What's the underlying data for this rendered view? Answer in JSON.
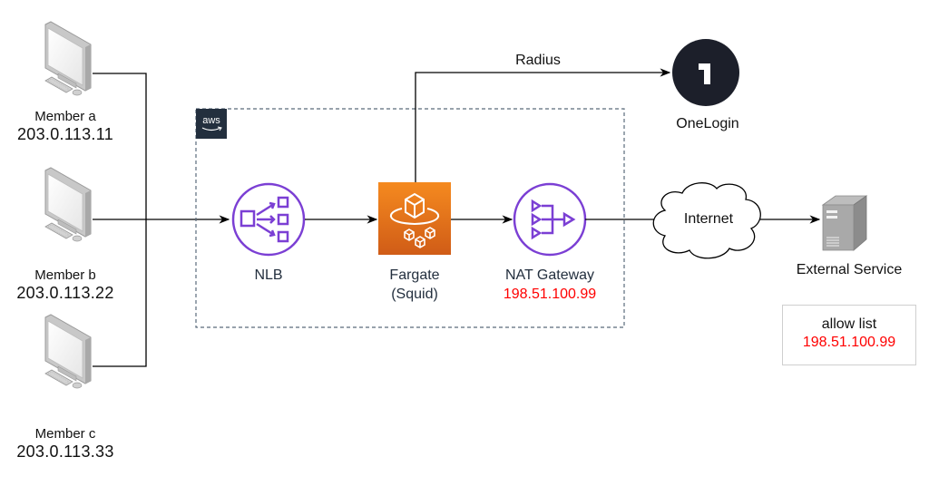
{
  "members": [
    {
      "name": "Member a",
      "ip": "203.0.113.11"
    },
    {
      "name": "Member b",
      "ip": "203.0.113.22"
    },
    {
      "name": "Member c",
      "ip": "203.0.113.33"
    }
  ],
  "aws": {
    "badge_label": "aws",
    "nlb": {
      "label": "NLB"
    },
    "fargate": {
      "label": "Fargate",
      "sublabel": "(Squid)"
    },
    "nat_gateway": {
      "label": "NAT Gateway",
      "ip": "198.51.100.99"
    }
  },
  "radius": {
    "label": "Radius"
  },
  "onelogin": {
    "label": "OneLogin",
    "glyph": "1"
  },
  "internet": {
    "label": "Internet"
  },
  "external_service": {
    "label": "External Service"
  },
  "allow_list": {
    "title": "allow list",
    "ip": "198.51.100.99"
  },
  "colors": {
    "aws_purple": "#7b3fd4",
    "fargate_orange_top": "#f58a1f",
    "fargate_orange_bottom": "#d05c17",
    "aws_dark": "#232f3e",
    "onelogin_dark": "#1c1f2a",
    "highlight_red": "#ff0000"
  }
}
